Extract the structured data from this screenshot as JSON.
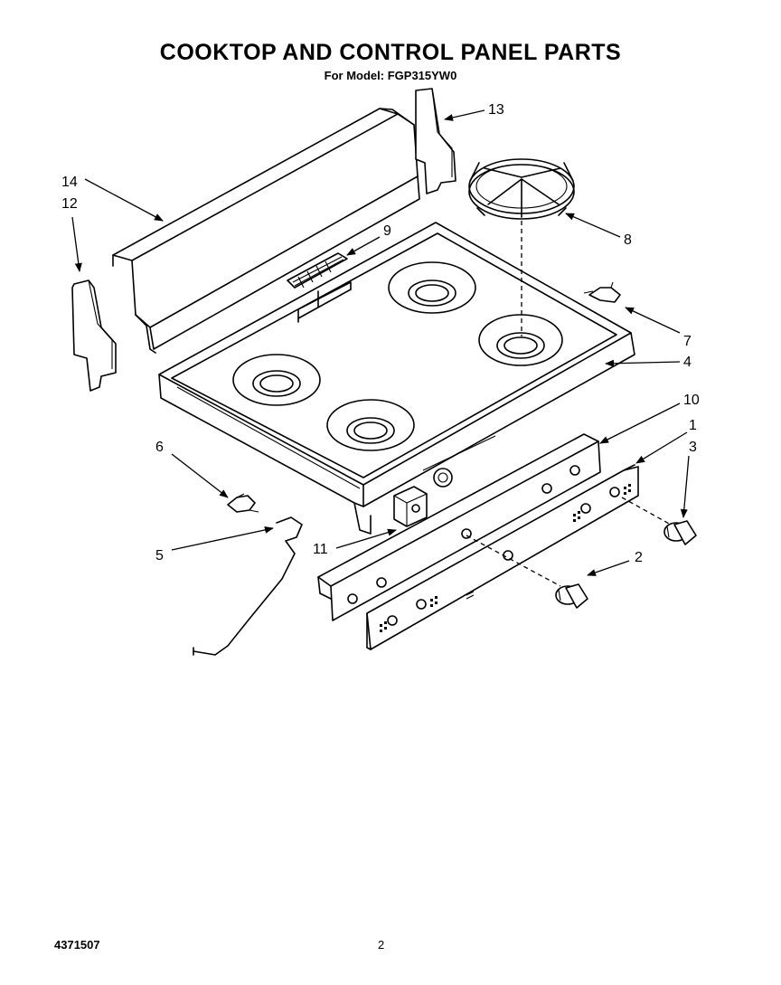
{
  "header": {
    "title": "COOKTOP AND CONTROL PANEL PARTS",
    "subtitle": "For Model: FGP315YW0"
  },
  "callouts": [
    "1",
    "2",
    "3",
    "4",
    "5",
    "6",
    "7",
    "8",
    "9",
    "10",
    "11",
    "12",
    "13",
    "14"
  ],
  "footer": {
    "doc_number": "4371507",
    "page_number": "2"
  }
}
